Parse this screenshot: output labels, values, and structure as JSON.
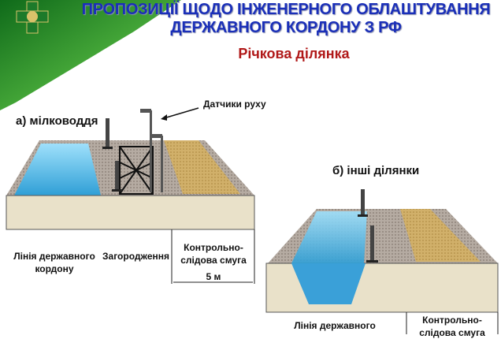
{
  "header": {
    "title_line1": "ПРОПОЗИЦІЇ ЩОДО ІНЖЕНЕРНОГО ОБЛАШТУВАННЯ",
    "title_line2": "ДЕРЖАВНОГО КОРДОНУ З РФ",
    "subtitle": "Річкова ділянка",
    "emblem": "border-guard-cross-emblem"
  },
  "diagram_a": {
    "heading": "а) мілководдя",
    "sensors_label": "Датчики руху",
    "border_line_label_1": "Лінія державного",
    "border_line_label_2": "кордону",
    "fence_label": "Загородження",
    "strip_label_1": "Контрольно-",
    "strip_label_2": "слідова смуга",
    "strip_width": "5 м"
  },
  "diagram_b": {
    "heading": "б) інші ділянки",
    "border_line_label_1": "Лінія державного",
    "strip_label_1": "Контрольно-",
    "strip_label_2": "слідова смуга"
  },
  "colors": {
    "title": "#1a2fb8",
    "subtitle": "#b01818",
    "water": "#4fb8e8",
    "ground": "#e8e0c8",
    "sand": "#c9a860",
    "gravel": "#a89e94",
    "green_banner": "#2e8b2e"
  }
}
